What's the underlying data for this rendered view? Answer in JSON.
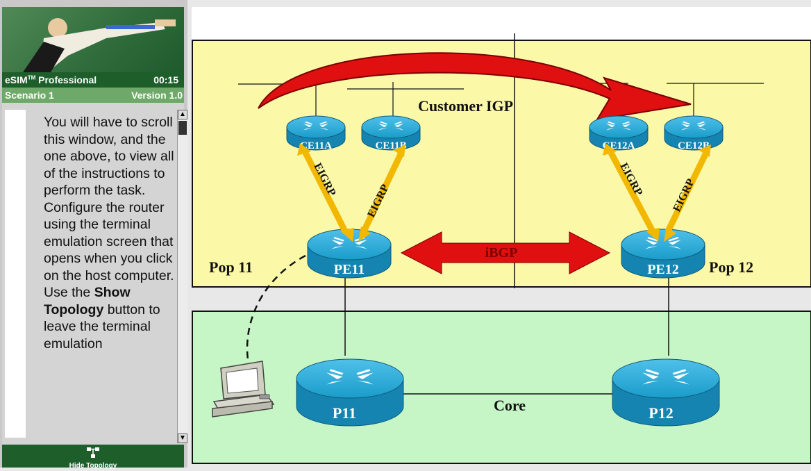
{
  "sidebar": {
    "product": "eSIM",
    "product_sup": "TM",
    "product_suffix": " Professional",
    "timer": "00:15",
    "scenario": "Scenario 1",
    "version": "Version 1.0",
    "instructions": {
      "p1": "You will have to scroll this window, and the one above, to view all of the instructions to perform the task.",
      "p2": "Configure the router using the terminal emulation screen that opens when you click on the host computer.",
      "p3_pre": "Use the ",
      "p3_bold": "Show Topology",
      "p3_post": " button to leave the terminal emulation"
    },
    "hide_topology_label": "Hide Topology"
  },
  "topology": {
    "customer_igp": "Customer IGP",
    "pop11": "Pop 11",
    "pop12": "Pop 12",
    "core": "Core",
    "ibgp": "iBGP",
    "eigrp": "EIGRP",
    "routers": {
      "ce11a": "CE11A",
      "ce11b": "CE11B",
      "ce12a": "CE12A",
      "ce12b": "CE12B",
      "pe11": "PE11",
      "pe12": "PE12",
      "p11": "P11",
      "p12": "P12"
    },
    "colors": {
      "customer_zone": "#fbf8a8",
      "core_zone": "#c6f5c6",
      "router": "#1a9cc9",
      "arrow_red": "#e01010",
      "arrow_yellow": "#f2b800"
    }
  }
}
